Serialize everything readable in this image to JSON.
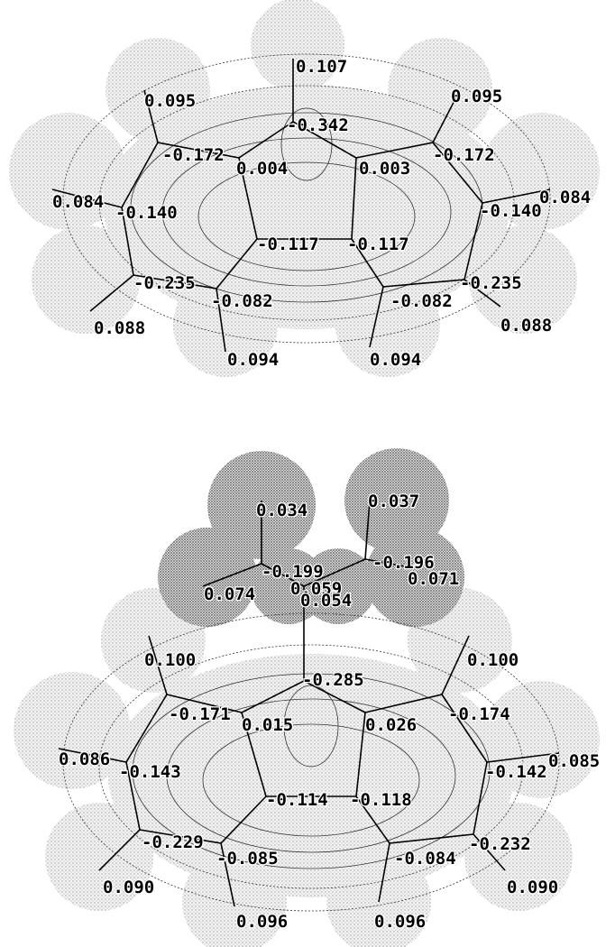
{
  "molecules": [
    {
      "charges": {
        "h_top": "0.107",
        "c_top": "-0.342",
        "h_ul": "0.095",
        "h_ur": "0.095",
        "c_ul": "-0.172",
        "c_ur": "-0.172",
        "c5_l": "0.004",
        "c5_r": "0.003",
        "h_l": "0.084",
        "h_r": "0.084",
        "c_l": "-0.140",
        "c_r": "-0.140",
        "c5_bl": "-0.117",
        "c5_br": "-0.117",
        "c_ll": "-0.235",
        "c_lr": "-0.235",
        "c_bl": "-0.082",
        "c_br": "-0.082",
        "h_ll": "0.088",
        "h_lr": "0.088",
        "h_bl": "0.094",
        "h_br": "0.094"
      }
    },
    {
      "charges": {
        "me_h1": "0.034",
        "me_h2": "0.037",
        "me_c1": "-0.199",
        "me_c2": "-0.196",
        "me_h3": "0.071",
        "me_h4": "0.074",
        "me_x1": "0.059",
        "me_x2": "0.054",
        "c_top": "-0.285",
        "h_ul": "0.100",
        "h_ur": "0.100",
        "c_ul": "-0.171",
        "c_ur": "-0.174",
        "c5_l": "0.015",
        "c5_r": "0.026",
        "h_l": "0.086",
        "h_r": "0.085",
        "c_l": "-0.143",
        "c_r": "-0.142",
        "c5_bl": "-0.114",
        "c5_br": "-0.118",
        "c_ll": "-0.229",
        "c_lr": "-0.232",
        "c_bl": "-0.085",
        "c_br": "-0.084",
        "h_ll": "0.090",
        "h_lr": "0.090",
        "h_bl": "0.096",
        "h_br": "0.096"
      }
    }
  ]
}
